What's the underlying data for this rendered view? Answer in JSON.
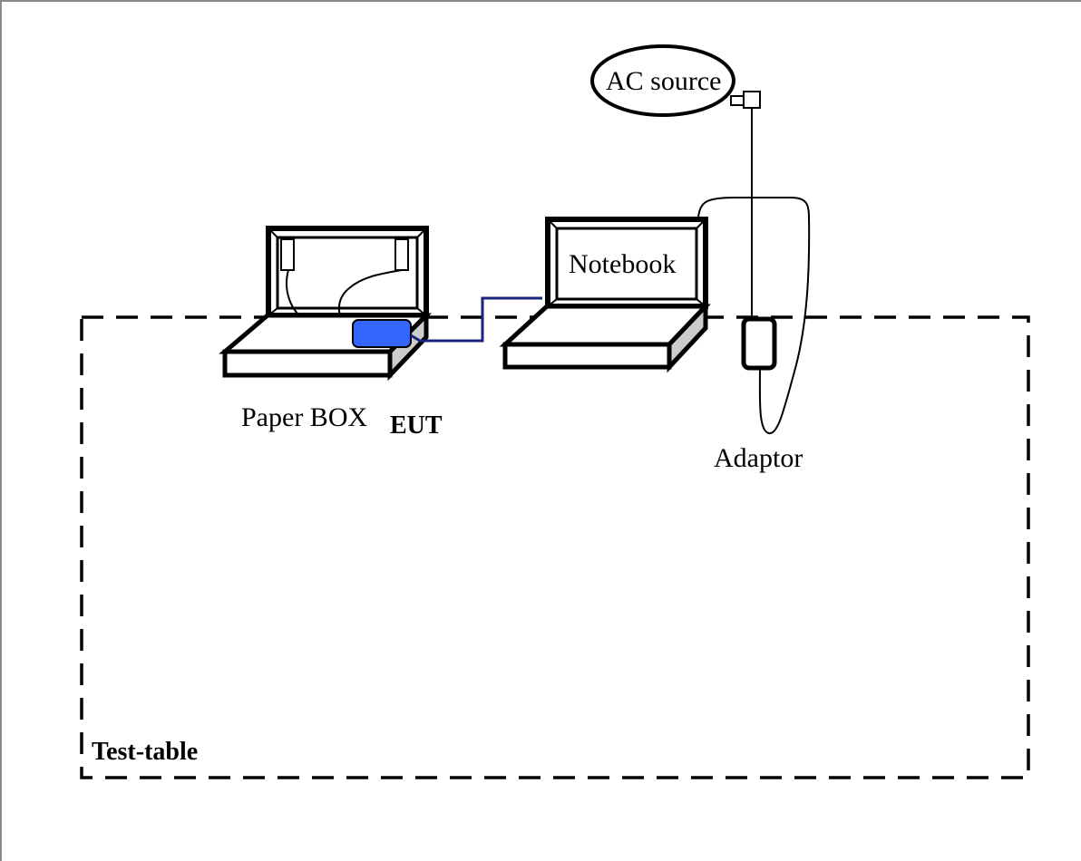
{
  "labels": {
    "ac_source": "AC source",
    "notebook": "Notebook",
    "paper_box": "Paper BOX",
    "eut": "EUT",
    "adaptor": "Adaptor",
    "test_table": "Test-table"
  },
  "colors": {
    "line": "#000000",
    "eut_device": "#3366ff",
    "usb_cable": "#1a237e",
    "laptop_side": "#cccccc",
    "frame_border": "#8a8a8a"
  }
}
